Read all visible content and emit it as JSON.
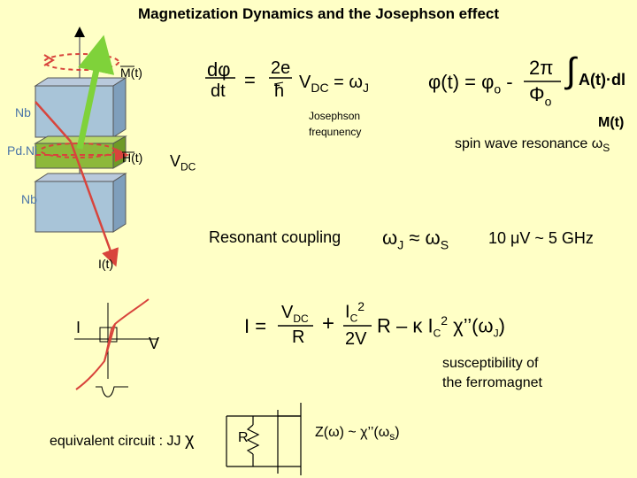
{
  "title": "Magnetization Dynamics and the Josephson effect",
  "layers": {
    "top": "Nb",
    "middle": "Pd.Ni",
    "bottom": "Nb"
  },
  "vectors": {
    "magnetization": "M(t)",
    "field": "H(t)",
    "current": "I(t)",
    "vdc": "V",
    "vdc_sub": "DC"
  },
  "equation1": {
    "lhs_num": "dφ",
    "lhs_den": "dt",
    "eq": "=",
    "rhs_num": "2e",
    "rhs_den": "ħ",
    "vdc": "V",
    "vdc_sub": "DC",
    "eq2": "=",
    "omega": "ω",
    "omega_sub": "J",
    "note_line1": "Josephson",
    "note_line2": "frequnency"
  },
  "equation2": {
    "phi": "φ(t) = φ",
    "phi_sub": "o",
    "minus": "-",
    "num": "2π",
    "den": "Φ",
    "den_sub": "o",
    "integral": "∫",
    "integrand": "A(t)·dl",
    "m_label": "M(t)"
  },
  "spin_wave": {
    "text": "spin wave resonance ω",
    "sub": "S"
  },
  "coupling": {
    "label": "Resonant coupling",
    "omega_j": "ω",
    "sub_j": "J",
    "approx": "≈",
    "omega_s": "ω",
    "sub_s": "S",
    "freq": "10 μV ~ 5 GHz"
  },
  "iv": {
    "i_label": "I",
    "v_label": "V"
  },
  "current_eq": {
    "lhs": "I =",
    "vdc": "V",
    "vdc_sub": "DC",
    "r": "R",
    "plus": "+",
    "ic": "I",
    "ic_sub": "C",
    "ic_sup": "2",
    "twov": "2V",
    "tail": "R – κ I",
    "tail_sub": "C",
    "tail_sup": "2",
    "chi": "χ’’(ω",
    "chi_sub": "J",
    "chi_end": ")"
  },
  "susceptibility": {
    "line1": "susceptibility of",
    "line2": "the ferromagnet"
  },
  "circuit": {
    "label": "equivalent circuit : JJ",
    "chi": "χ",
    "r": "R",
    "z": "Z(ω) ~ χ’’(ω",
    "z_sub": "s",
    "z_end": ")"
  }
}
